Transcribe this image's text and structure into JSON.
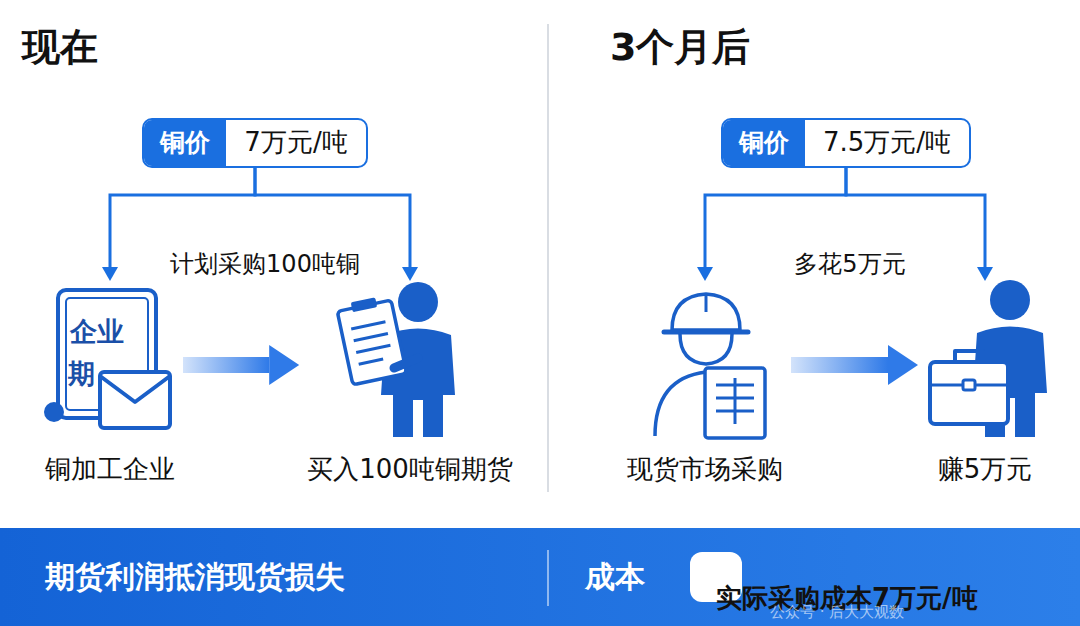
{
  "diagram": {
    "nodes": [
      {
        "text": [
          "铜价",
          "7万元/吨"
        ]
      },
      {
        "text": [
          "铜加工企业"
        ]
      },
      {
        "text": [
          "买入100吨铜期货"
        ]
      },
      {
        "text": [
          "铜价",
          "7.5万元/吨"
        ]
      },
      {
        "text": [
          "现货市场采购"
        ]
      },
      {
        "text": [
          "赚5万元"
        ]
      },
      {
        "text": [
          "期货利润抵消现货损失",
          "成本"
        ]
      },
      {
        "text": [
          "实际采购成本7万元/吨"
        ],
        "in": 6
      }
    ],
    "edges": [
      {
        "from": 0,
        "to": 1,
        "arrow": "to"
      },
      {
        "from": 0,
        "to": 2,
        "arrow": "to"
      },
      {
        "from": 1,
        "to": 2,
        "arrow": "to"
      },
      {
        "from": 3,
        "to": 4,
        "arrow": "to"
      },
      {
        "from": 3,
        "to": 5,
        "arrow": "to"
      },
      {
        "from": 4,
        "to": 5,
        "arrow": "to"
      }
    ],
    "labels": [
      "现在",
      "3个月后",
      "计划采购100吨铜",
      "多花5万元",
      "企业",
      "期",
      "公众号 · 后大大观数"
    ]
  }
}
